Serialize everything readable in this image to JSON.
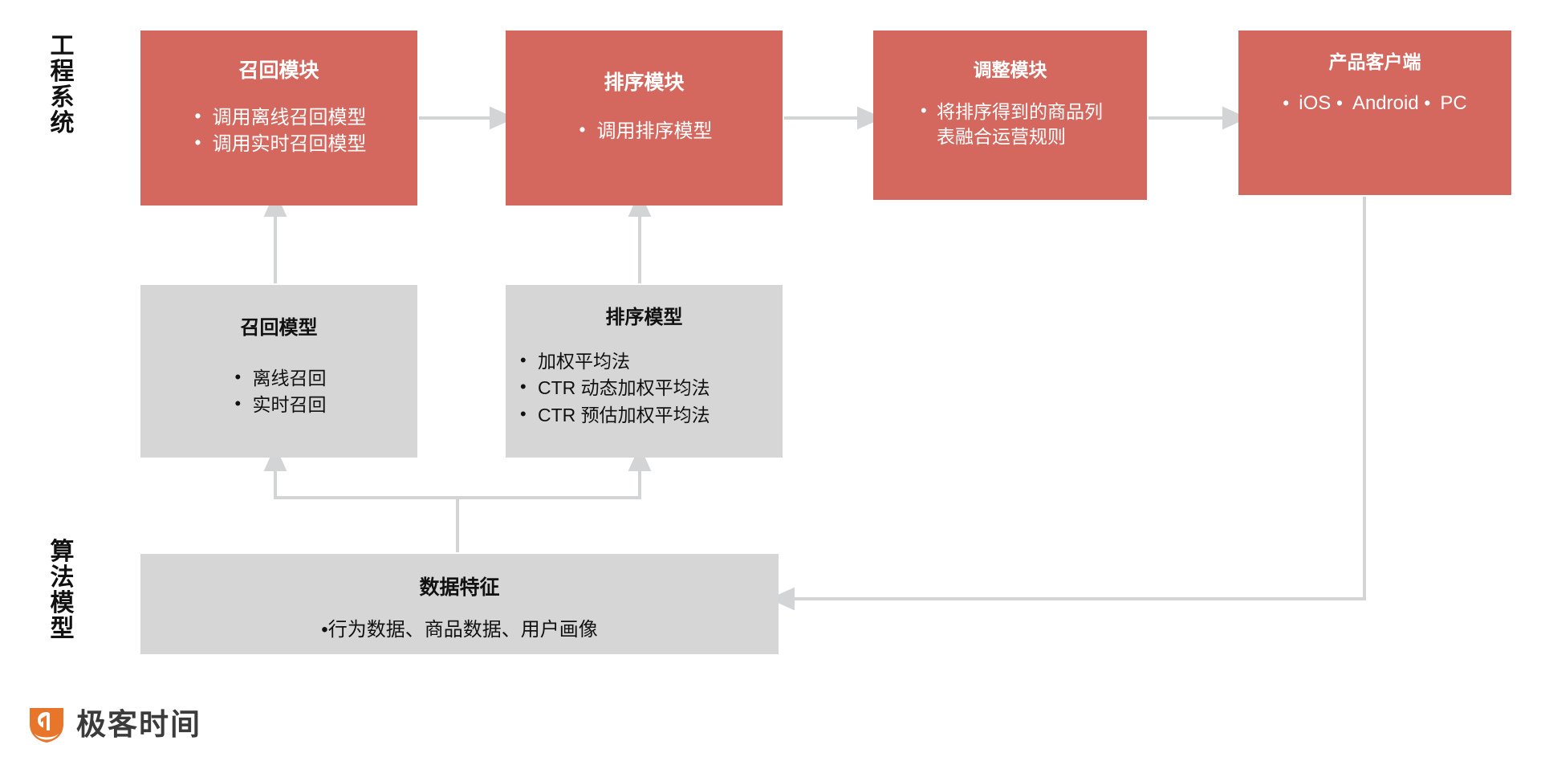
{
  "sections": {
    "engineering_label": "工\n程\n系\n统",
    "algorithm_label": "算\n法\n模\n型"
  },
  "boxes": {
    "recall_module": {
      "title": "召回模块",
      "bullets": [
        "调用离线召回模型",
        "调用实时召回模型"
      ]
    },
    "ranking_module": {
      "title": "排序模块",
      "bullets": [
        "调用排序模型"
      ]
    },
    "adjust_module": {
      "title": "调整模块",
      "bullets": [
        "将排序得到的商品列\n表融合运营规则"
      ]
    },
    "product_client": {
      "title": "产品客户端",
      "bullets": [
        "iOS",
        "Android",
        "PC"
      ]
    },
    "recall_model": {
      "title": "召回模型",
      "bullets": [
        "离线召回",
        "实时召回"
      ]
    },
    "ranking_model": {
      "title": "排序模型",
      "bullets": [
        "加权平均法",
        "CTR 动态加权平均法",
        "CTR 预估加权平均法"
      ]
    },
    "data_features": {
      "title": "数据特征",
      "line": "•行为数据、商品数据、用户画像"
    }
  },
  "brand": {
    "name": "极客时间",
    "mark_color": "#e8762a",
    "text_color": "#3b3b3b"
  },
  "colors": {
    "module_fill": "#d4685f",
    "model_fill": "#d6d6d6",
    "connector": "#d2d4d5",
    "background": "#ffffff"
  },
  "connectors": [
    {
      "from": "recall_module",
      "to": "ranking_module",
      "kind": "arrow-right"
    },
    {
      "from": "ranking_module",
      "to": "adjust_module",
      "kind": "arrow-right"
    },
    {
      "from": "adjust_module",
      "to": "product_client",
      "kind": "arrow-right"
    },
    {
      "from": "recall_model",
      "to": "recall_module",
      "kind": "arrow-up"
    },
    {
      "from": "ranking_model",
      "to": "ranking_module",
      "kind": "arrow-up"
    },
    {
      "from": "data_features",
      "to": "recall_model",
      "kind": "arrow-up-branch"
    },
    {
      "from": "data_features",
      "to": "ranking_model",
      "kind": "arrow-up-branch"
    },
    {
      "from": "product_client",
      "to": "data_features",
      "kind": "feedback-loop"
    }
  ]
}
